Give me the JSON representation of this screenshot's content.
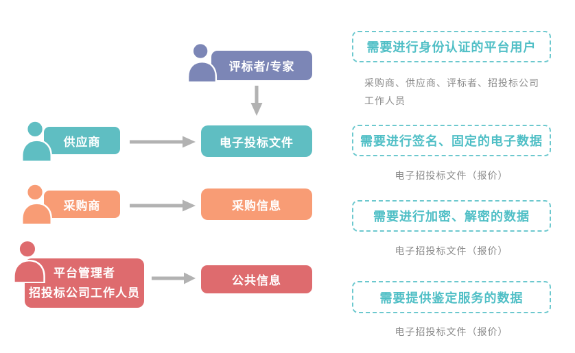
{
  "palette": {
    "purple": "#7c86b6",
    "teal": "#5fbec2",
    "orange": "#f89c75",
    "red": "#de6b6e",
    "accent": "#50bfc6",
    "dash": "#6cc8ce",
    "gray": "#8b8b8b",
    "arrow": "#b2b2b2"
  },
  "icons": {
    "actor": "person-icon",
    "flow_right": "arrow-right-icon",
    "flow_down": "arrow-down-icon"
  },
  "diagram": {
    "row1": {
      "actor": "评标者/专家"
    },
    "row2": {
      "actor": "供应商",
      "target": "电子投标文件"
    },
    "row3": {
      "actor": "采购商",
      "target": "采购信息"
    },
    "row4": {
      "actor_line1": "平台管理者",
      "actor_line2": "招投标公司工作人员",
      "target": "公共信息"
    }
  },
  "notes": {
    "note1": {
      "title": "需要进行身份认证的平台用户",
      "desc_line1": "采购商、供应商、评标者、招投标公司",
      "desc_line2": "工作人员"
    },
    "note2": {
      "title": "需要进行签名、固定的电子数据",
      "desc": "电子招投标文件（报价）"
    },
    "note3": {
      "title": "需要进行加密、解密的数据",
      "desc": "电子招投标文件（报价）"
    },
    "note4": {
      "title": "需要提供鉴定服务的数据",
      "desc": "电子招投标文件（报价）"
    }
  }
}
